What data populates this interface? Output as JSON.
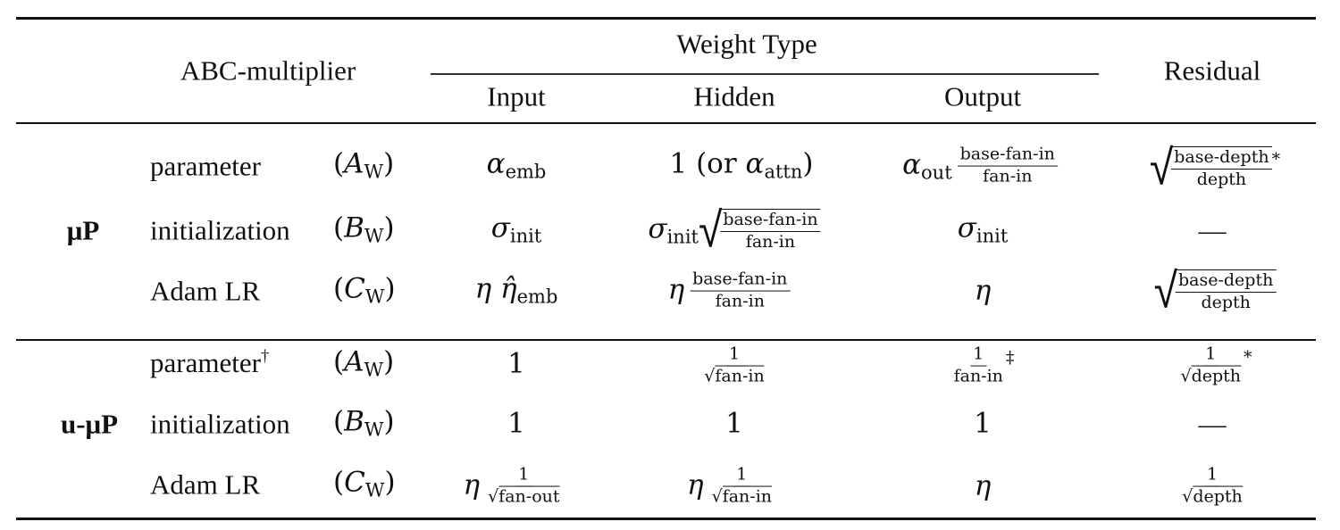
{
  "table": {
    "header": {
      "abc_multiplier": "ABC-multiplier",
      "weight_type": "Weight Type",
      "residual": "Residual",
      "columns": [
        "Input",
        "Hidden",
        "Output"
      ]
    },
    "groups": [
      {
        "name": "μP",
        "rows": [
          {
            "label": "parameter",
            "label_mark": "",
            "symbol": "A",
            "symbol_sub": "W",
            "input": {
              "main": "α",
              "sub": "emb"
            },
            "hidden": {
              "text": "1 (or ",
              "main": "α",
              "sub": "attn",
              "close": ")"
            },
            "output": {
              "main": "α",
              "sub": "out",
              "num": "base-fan-in",
              "den": "fan-in"
            },
            "residual": {
              "num": "base-depth",
              "den": "depth",
              "mark": "*"
            }
          },
          {
            "label": "initialization",
            "label_mark": "",
            "symbol": "B",
            "symbol_sub": "W",
            "input": {
              "main": "σ",
              "sub": "init"
            },
            "hidden": {
              "main": "σ",
              "sub": "init",
              "num": "base-fan-in",
              "den": "fan-in"
            },
            "output": {
              "main": "σ",
              "sub": "init"
            },
            "residual": {
              "text": "—"
            }
          },
          {
            "label": "Adam LR",
            "label_mark": "",
            "symbol": "C",
            "symbol_sub": "W",
            "input": {
              "main": "η η̂",
              "sub": "emb"
            },
            "hidden": {
              "main": "η",
              "num": "base-fan-in",
              "den": "fan-in"
            },
            "output": {
              "main": "η"
            },
            "residual": {
              "num": "base-depth",
              "den": "depth"
            }
          }
        ]
      },
      {
        "name": "u-μP",
        "rows": [
          {
            "label": "parameter",
            "label_mark": "†",
            "symbol": "A",
            "symbol_sub": "W",
            "input": {
              "text": "1"
            },
            "hidden": {
              "num": "1",
              "den": "fan-in"
            },
            "output": {
              "num": "1",
              "den": "fan-in",
              "mark": "‡"
            },
            "residual": {
              "num": "1",
              "den": "depth",
              "mark": "*"
            }
          },
          {
            "label": "initialization",
            "label_mark": "",
            "symbol": "B",
            "symbol_sub": "W",
            "input": {
              "text": "1"
            },
            "hidden": {
              "text": "1"
            },
            "output": {
              "text": "1"
            },
            "residual": {
              "text": "—"
            }
          },
          {
            "label": "Adam LR",
            "label_mark": "",
            "symbol": "C",
            "symbol_sub": "W",
            "input": {
              "main": "η",
              "num": "1",
              "den": "fan-out"
            },
            "hidden": {
              "main": "η",
              "num": "1",
              "den": "fan-in"
            },
            "output": {
              "main": "η"
            },
            "residual": {
              "num": "1",
              "den": "depth"
            }
          }
        ]
      }
    ]
  }
}
